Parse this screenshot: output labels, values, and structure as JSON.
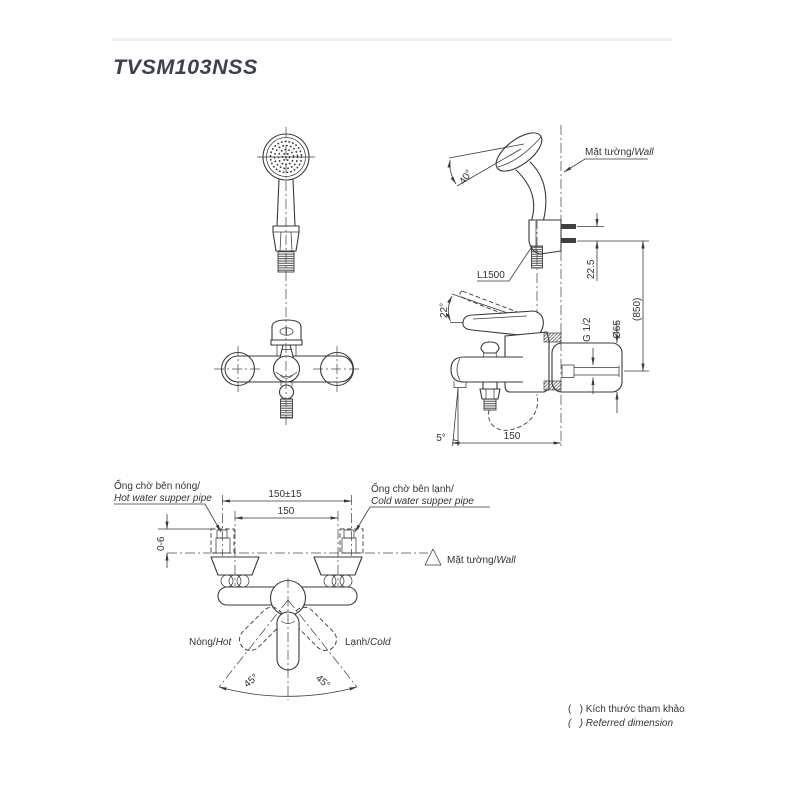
{
  "title": "TVSM103NSS",
  "side_view": {
    "wall_vi": "Mặt tường/",
    "wall_en": "Wall",
    "angle40": "40°",
    "hose": "L1500",
    "d225": "22.5",
    "d850": "(850)",
    "thread": "G 1/2",
    "flange": "Ø65",
    "angle22": "22°",
    "angle5": "5°",
    "d150": "150"
  },
  "install": {
    "hot_vi": "Ống chờ bên nóng/",
    "hot_en": "Hot water supper pipe",
    "cold_vi": "Ống chờ bên lạnh/",
    "cold_en": "Cold water supper pipe",
    "d150t": "150±15",
    "d150": "150",
    "d06": "0-6",
    "wall_vi": "Mặt tường/",
    "wall_en": "Wall",
    "nong_vi": "Nóng/",
    "nong_en": "Hot",
    "lanh_vi": "Lạnh/",
    "lanh_en": "Cold",
    "a45l": "45°",
    "a45r": "45°"
  },
  "notes": {
    "vi": "(   ) Kích thước tham khảo",
    "en": "(   ) Referred dimension"
  },
  "colors": {
    "line": "#3a3a3a",
    "text": "#333333",
    "title": "#3b4150",
    "background": "#ffffff"
  }
}
